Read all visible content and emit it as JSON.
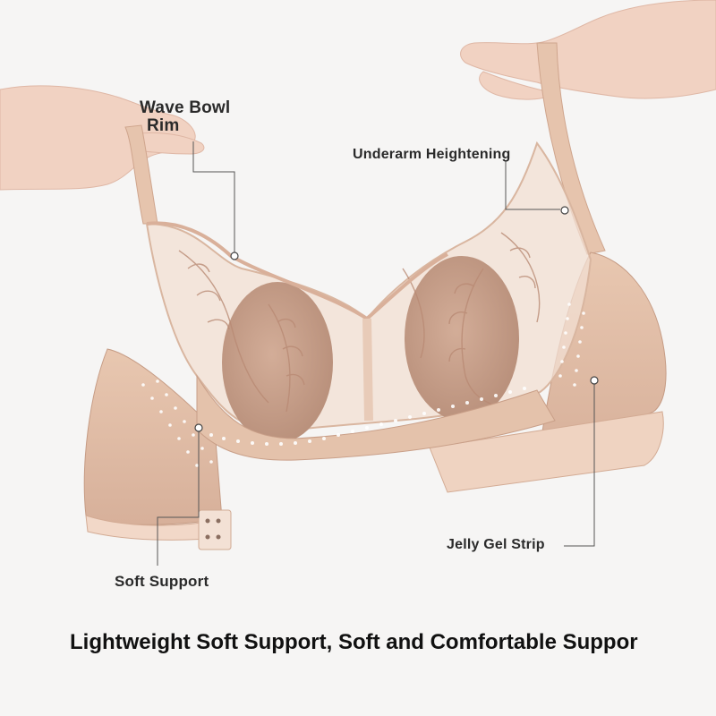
{
  "callouts": {
    "wave_bowl_line1": "Wave Bowl",
    "wave_bowl_line2": "Rim",
    "underarm": "Underarm Heightening",
    "jelly_gel": "Jelly Gel Strip",
    "soft_support": "Soft Support"
  },
  "headline": "Lightweight Soft Support, Soft and Comfortable Suppor",
  "colors": {
    "background": "#f6f5f4",
    "fabric": "#e2bfa6",
    "fabric_shadow": "#caa189",
    "pad": "#c9a08a",
    "skin": "#f1d2c2",
    "lace": "#b98a74",
    "text": "#2a2a2a"
  }
}
